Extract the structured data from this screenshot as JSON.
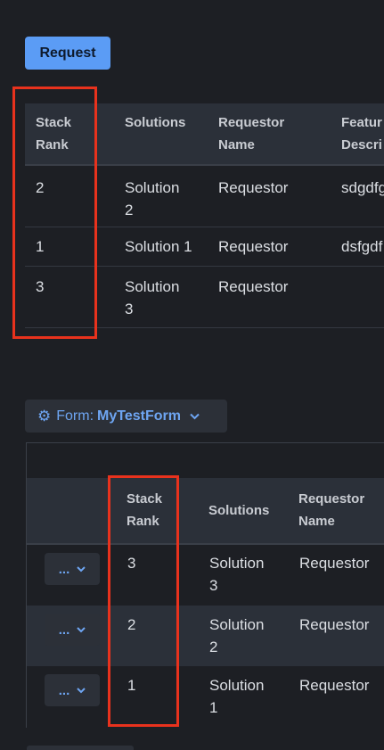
{
  "request_button": {
    "label": "Request"
  },
  "table1": {
    "headers": [
      "Stack\nRank",
      "Solutions",
      "Requestor\nName",
      "Featur\nDescri"
    ],
    "rows": [
      [
        "2",
        "Solution\n2",
        "Requestor",
        "sdgdfg"
      ],
      [
        "1",
        "Solution 1",
        "Requestor",
        "dsfgdf"
      ],
      [
        "3",
        "Solution\n3",
        "Requestor",
        ""
      ]
    ]
  },
  "form_selector": {
    "prefix": "Form:",
    "name": "MyTestForm",
    "gear_icon": "gear-icon",
    "chevron_icon": "chevron-down-icon"
  },
  "table2": {
    "headers": [
      "",
      "Stack\nRank",
      "Solutions",
      "Requestor\nName"
    ],
    "action_label": "...",
    "rows": [
      [
        "3",
        "Solution\n3",
        "Requestor"
      ],
      [
        "2",
        "Solution\n2",
        "Requestor"
      ],
      [
        "1",
        "Solution\n1",
        "Requestor"
      ]
    ]
  },
  "colors": {
    "background": "#1d1f24",
    "accent": "#5b9cf5",
    "highlight_box": "#e8321d"
  }
}
